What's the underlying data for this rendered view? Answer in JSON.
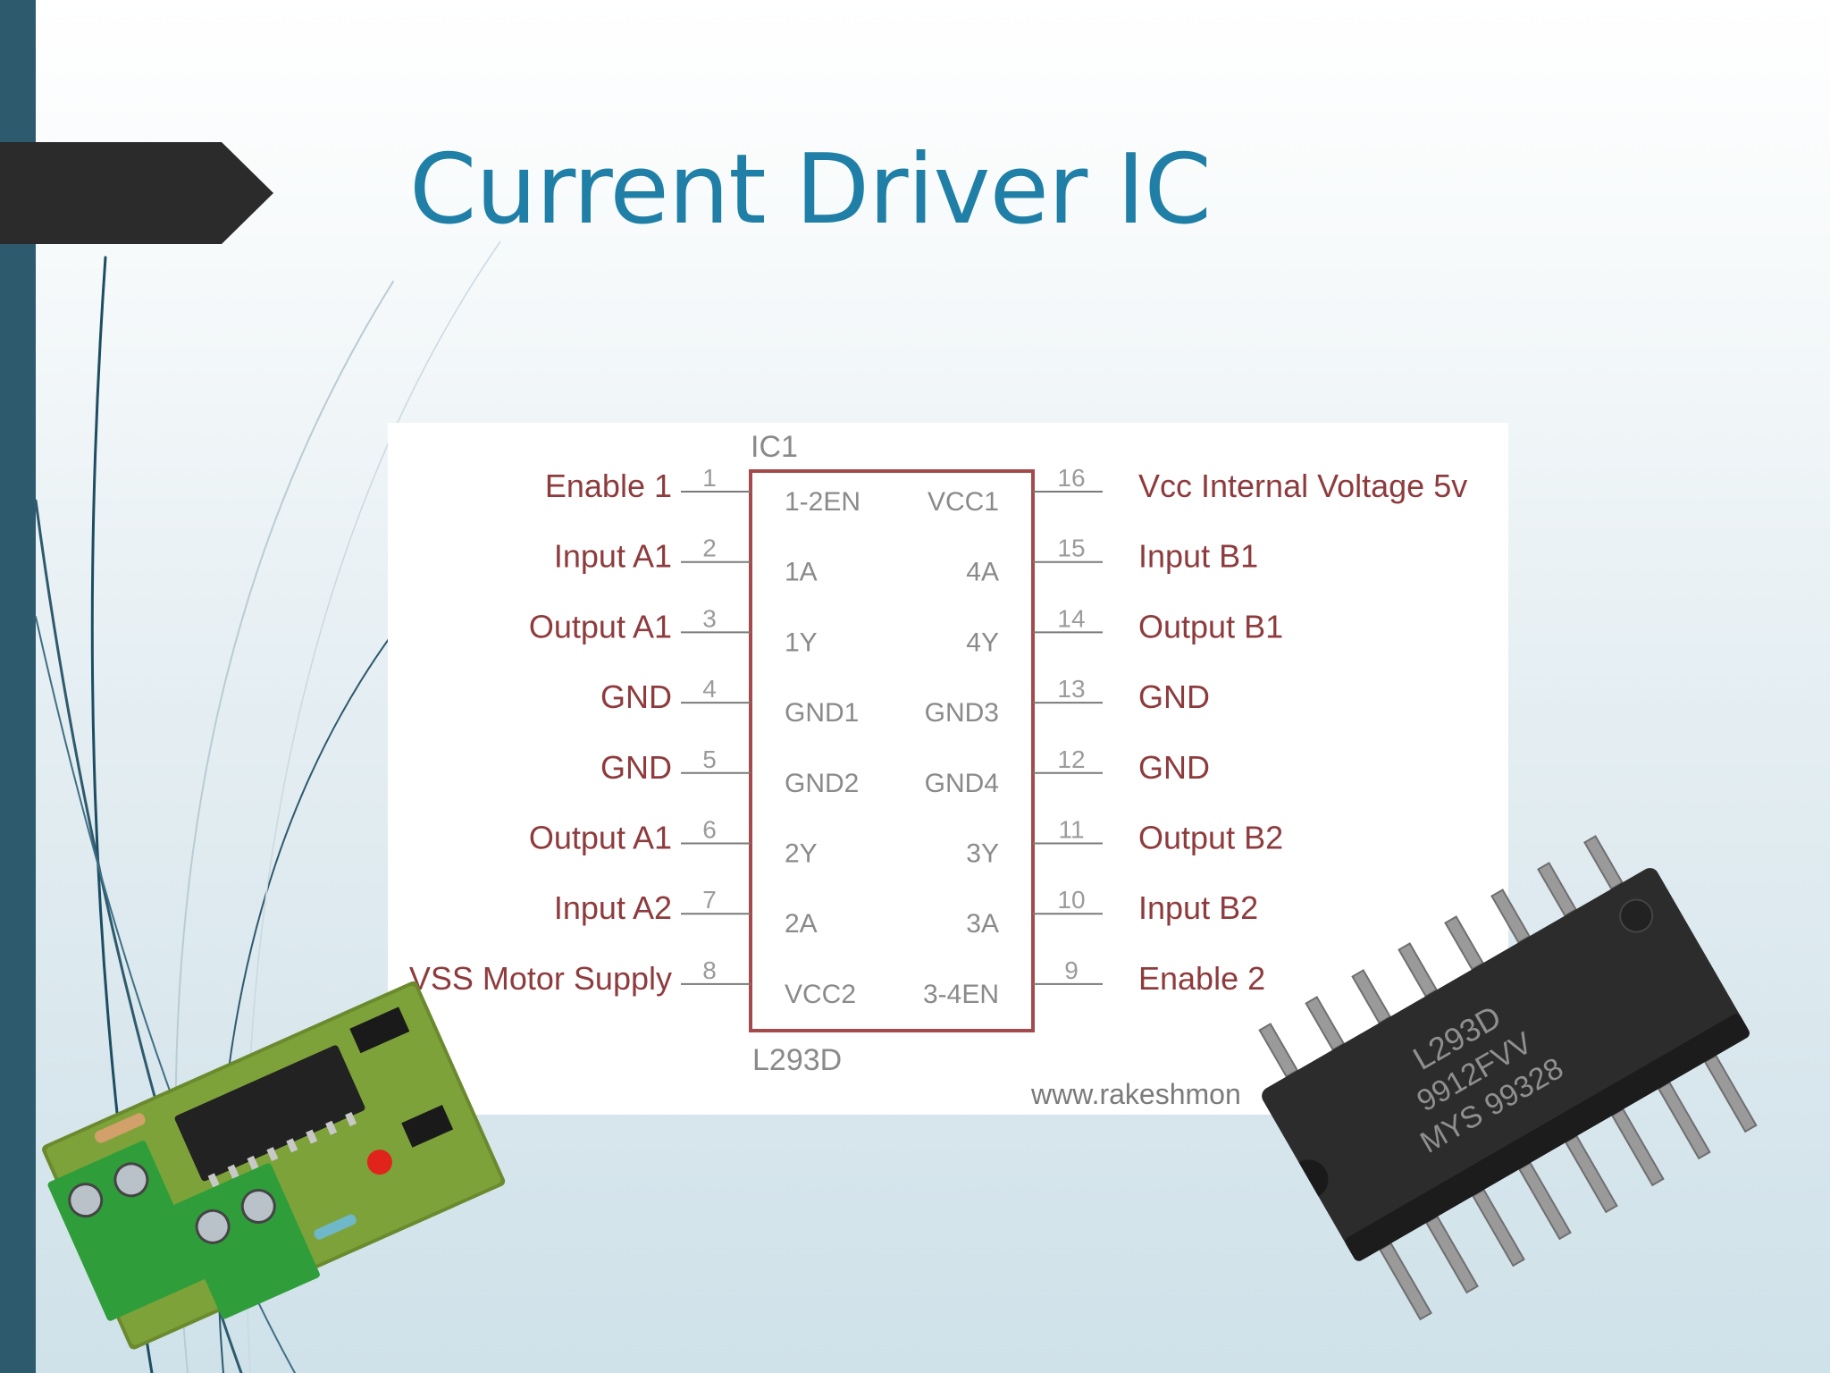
{
  "slide": {
    "title": "Current Driver IC",
    "colors": {
      "title": "#1f7fa6",
      "sidebar": "#2e5a6e",
      "arrow": "#2b2b2b",
      "pin_label": "#8e3b3d"
    }
  },
  "schematic": {
    "ic_designator": "IC1",
    "part_number": "L293D",
    "watermark": "www.rakeshmon",
    "left_pins": [
      {
        "num": "1",
        "func": "1-2EN",
        "label": "Enable 1"
      },
      {
        "num": "2",
        "func": "1A",
        "label": "Input A1"
      },
      {
        "num": "3",
        "func": "1Y",
        "label": "Output A1"
      },
      {
        "num": "4",
        "func": "GND1",
        "label": "GND"
      },
      {
        "num": "5",
        "func": "GND2",
        "label": "GND"
      },
      {
        "num": "6",
        "func": "2Y",
        "label": "Output A1"
      },
      {
        "num": "7",
        "func": "2A",
        "label": "Input A2"
      },
      {
        "num": "8",
        "func": "VCC2",
        "label": "VSS Motor Supply"
      }
    ],
    "right_pins": [
      {
        "num": "16",
        "func": "VCC1",
        "label": "Vcc Internal Voltage 5v"
      },
      {
        "num": "15",
        "func": "4A",
        "label": "Input B1"
      },
      {
        "num": "14",
        "func": "4Y",
        "label": "Output B1"
      },
      {
        "num": "13",
        "func": "GND3",
        "label": "GND"
      },
      {
        "num": "12",
        "func": "GND4",
        "label": "GND"
      },
      {
        "num": "11",
        "func": "3Y",
        "label": "Output B2"
      },
      {
        "num": "10",
        "func": "3A",
        "label": "Input B2"
      },
      {
        "num": "9",
        "func": "3-4EN",
        "label": "Enable 2"
      }
    ]
  },
  "photos": {
    "module_icon": "motor-driver-module-icon",
    "chip_icon": "l293d-dip16-chip-icon",
    "chip_marking": [
      "L293D",
      "9912FVV",
      "MYS 99328"
    ]
  }
}
